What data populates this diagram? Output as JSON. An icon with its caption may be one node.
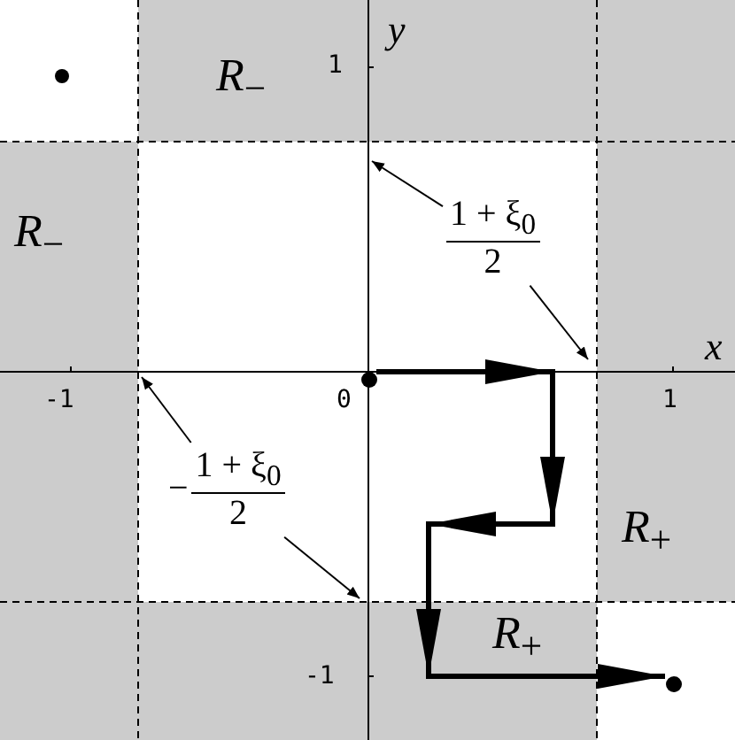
{
  "diagram": {
    "nodes": [
      {
        "text": [],
        "shape": "circle"
      },
      {
        "text": [
          "1 + ξ$_{0}$",
          "2"
        ]
      },
      {
        "text": [],
        "shape": "circle"
      },
      {
        "text": [
          "−",
          "1 + ξ$_{0}$",
          "2"
        ]
      },
      {
        "text": [],
        "shape": "circle"
      }
    ],
    "edges": [
      {
        "from": 1,
        "to": null,
        "arrow": "to"
      },
      {
        "from": 1,
        "to": null,
        "arrow": "to"
      },
      {
        "from": 3,
        "to": null,
        "arrow": "to"
      },
      {
        "from": 3,
        "to": null,
        "arrow": "to"
      },
      {
        "from": 2,
        "to": 4,
        "arrow": "to",
        "style": "thick"
      }
    ],
    "labels": [
      "*R*$_{−}$",
      "1",
      "y",
      "*R*$_{−}$",
      "x",
      "-1",
      "0",
      "1",
      "*R*$_{+}$",
      "*R*$_{+}$",
      "-1"
    ]
  }
}
